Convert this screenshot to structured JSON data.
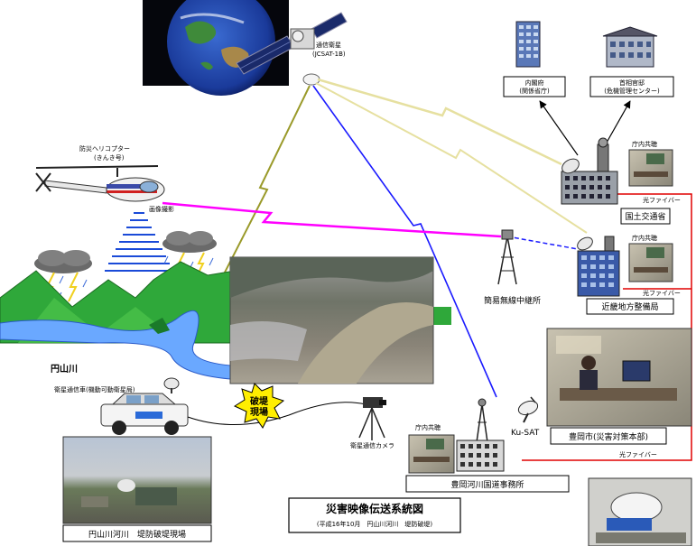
{
  "satellite": {
    "label": "通信衛星",
    "sublabel": "(JCSAT-1B)"
  },
  "cabinet_office": {
    "name": "内閣府",
    "sub": "(関係省庁)"
  },
  "pm_office": {
    "name": "首相官邸",
    "sub": "(危機管理センター)"
  },
  "helicopter": {
    "name": "防災ヘリコプター",
    "sub": "(きんき号)",
    "action": "画像撮影"
  },
  "mlit": {
    "name": "国土交通省",
    "broadcast": "庁内共聴",
    "fiber": "光ファイバー"
  },
  "kinki": {
    "name": "近畿地方整備局",
    "broadcast": "庁内共聴",
    "fiber": "光ファイバー"
  },
  "relay": {
    "name": "簡易無線中継所"
  },
  "river": {
    "name": "円山川"
  },
  "sat_car": {
    "name": "衛星通信車(機動可動衛星局)"
  },
  "burst": {
    "line1": "破堤",
    "line2": "現場"
  },
  "camera": {
    "name": "衛星通信カメラ"
  },
  "kusat": {
    "name": "Ku-SAT"
  },
  "toyooka_city": {
    "name": "豊岡市(災害対策本部)",
    "fiber": "光ファイバー"
  },
  "toyooka_office": {
    "name": "豊岡河川国道事務所",
    "broadcast": "庁内共聴"
  },
  "site_photo": {
    "caption": "円山川河川　堤防破堤現場"
  },
  "title": {
    "main": "災害映像伝送系統図",
    "sub": "(平成16年10月　円山川河川　堤防破堤)"
  },
  "colors": {
    "heli_link": "#ff00ff",
    "sat_link_olive": "#9a9a2a",
    "sat_link_blue": "#1a1aff",
    "sat_link_beige": "#e6e0a0",
    "fiber": "#e00000",
    "mountain": "#2fa83a",
    "river": "#6aa8ff"
  }
}
